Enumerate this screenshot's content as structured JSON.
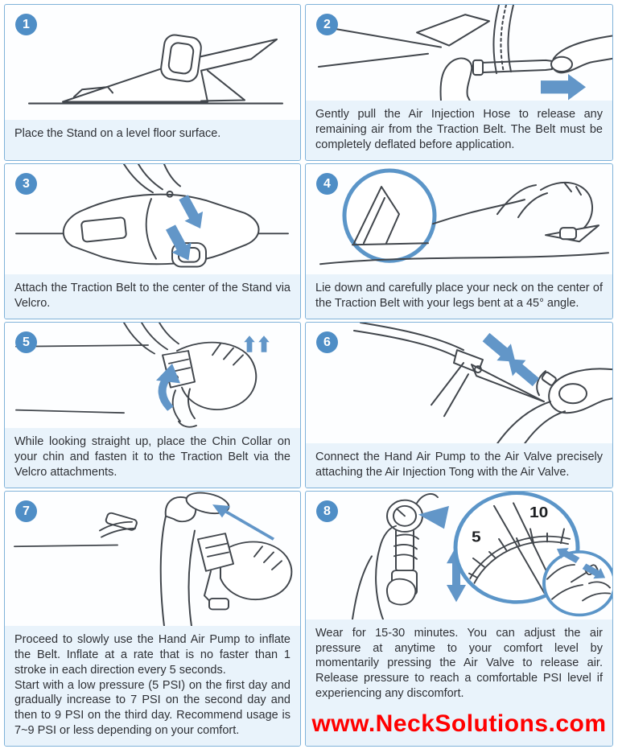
{
  "colors": {
    "accent_blue": "#4f8ec6",
    "arrow_blue": "#6296c8",
    "border_blue": "#7fb2d9",
    "caption_bg": "#e9f3fb",
    "website_red": "#ff0000"
  },
  "steps": [
    {
      "number": "1",
      "illustration": "stand-on-floor",
      "caption": "Place the Stand on a level floor surface."
    },
    {
      "number": "2",
      "illustration": "pull-air-injection-hose",
      "caption": "Gently pull the Air Injection Hose to release any remaining air from the Traction Belt. The Belt must be completely deflated before application."
    },
    {
      "number": "3",
      "illustration": "attach-traction-belt",
      "caption": "Attach the Traction Belt to the center of the Stand via Velcro."
    },
    {
      "number": "4",
      "illustration": "lie-down-on-belt",
      "caption": "Lie down and carefully place your neck on the center of the Traction Belt with your legs bent at a 45° angle."
    },
    {
      "number": "5",
      "illustration": "place-chin-collar",
      "caption": "While looking straight up, place the Chin Collar on your chin and fasten it to the Traction Belt via the Velcro attachments."
    },
    {
      "number": "6",
      "illustration": "connect-hand-air-pump",
      "caption": "Connect the Hand Air Pump to the Air Valve precisely attaching the Air Injection Tong with the Air Valve."
    },
    {
      "number": "7",
      "illustration": "inflate-belt-with-pump",
      "caption_p1": "Proceed to slowly use the Hand Air Pump to inflate the Belt. Inflate at a rate that is no faster than 1 stroke in each direction every 5 seconds.",
      "caption_p2": "Start with a low pressure (5 PSI) on the first day and gradually increase to 7 PSI on the second day and then to 9 PSI on the third day. Recommend usage is 7~9 PSI or less depending on your comfort."
    },
    {
      "number": "8",
      "illustration": "wear-and-adjust-pressure",
      "caption": "Wear for 15-30 minutes. You can adjust the air pressure at anytime to your comfort level by momentarily pressing the Air Valve to release air. Release pressure to reach a comfortable PSI level if experiencing any discomfort."
    }
  ],
  "gauge": {
    "label_low": "5",
    "label_high": "10"
  },
  "footer": {
    "website": "www.NeckSolutions.com"
  }
}
